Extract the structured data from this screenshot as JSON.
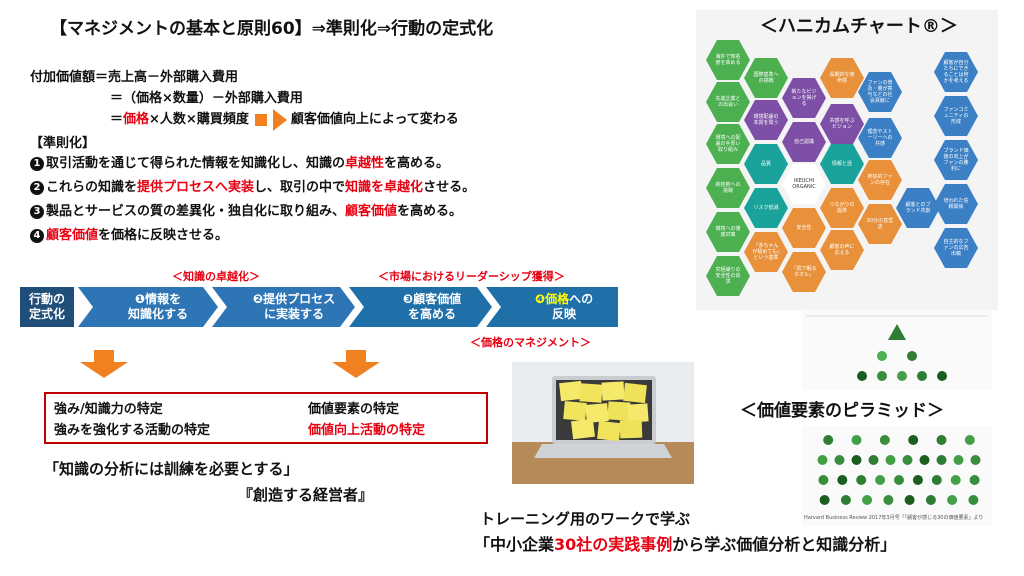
{
  "title": "【マネジメントの基本と原則60】⇒準則化⇒行動の定式化",
  "formula": {
    "line1": "付加価値額＝売上高－外部購入費用",
    "line2": "＝（価格×数量）－外部購入費用",
    "line3_prefix": "＝",
    "line3_red": "価格",
    "line3_rest": "×人数×購買頻度",
    "line3_result": "顧客価値向上によって変わる"
  },
  "rules_heading": "【準則化】",
  "rules": [
    {
      "num": "1",
      "parts": [
        {
          "t": "取引活動を通じて得られた情報を知識化し、知識の",
          "r": false
        },
        {
          "t": "卓越性",
          "r": true
        },
        {
          "t": "を高める。",
          "r": false
        }
      ]
    },
    {
      "num": "2",
      "parts": [
        {
          "t": "これらの知識を",
          "r": false
        },
        {
          "t": "提供プロセスへ実装",
          "r": true
        },
        {
          "t": "し、取引の中で",
          "r": false
        },
        {
          "t": "知識を卓越化",
          "r": true
        },
        {
          "t": "させる。",
          "r": false
        }
      ]
    },
    {
      "num": "3",
      "parts": [
        {
          "t": "製品とサービスの質の差異化・独自化に取り組み、",
          "r": false
        },
        {
          "t": "顧客価値",
          "r": true
        },
        {
          "t": "を高める。",
          "r": false
        }
      ]
    },
    {
      "num": "4",
      "parts": [
        {
          "t": "顧客価値",
          "r": true
        },
        {
          "t": "を価格に反映させる。",
          "r": false
        }
      ]
    }
  ],
  "annotations": {
    "knowledge": "＜知識の卓越化＞",
    "leadership": "＜市場におけるリーダーシップ獲得＞",
    "pricing": "＜価格のマネジメント＞"
  },
  "flow": {
    "start_line1": "行動の",
    "start_line2": "定式化",
    "steps": [
      {
        "line1": "❶情報を",
        "line2": "知識化する",
        "color": "#2e75b6"
      },
      {
        "line1": "❷提供プロセス",
        "line2": "に実装する",
        "color": "#2e75b6"
      },
      {
        "line1": "❸顧客価値",
        "line2": "を高める",
        "color": "#1f6fa8"
      },
      {
        "line1_yellow": "❹価格",
        "line1_rest": "への",
        "line2": "反映",
        "color": "#1f6fa8"
      }
    ]
  },
  "panel": {
    "a1": "強み/知識力の特定",
    "a2": "強みを強化する活動の特定",
    "b1": "価値要素の特定",
    "b2": "価値向上活動の特定"
  },
  "quote1": "「知識の分析には訓練を必要とする」",
  "quote2": "『創造する経営者』",
  "honeycomb_title": "＜ハニカムチャート®＞",
  "honeycomb_cells": [
    "海外で知名度を高める",
    "国際基準への挑戦",
    "長期的な使命感",
    "顧客が自分たちにできることは何かを考える",
    "先進企業との出会い",
    "新たなビジョンを掲げる",
    "ファンの普及・量が寄与などの社会貢献に",
    "共感を呼ぶビジョン",
    "環境配慮の本質を問う",
    "ファンコミュニティの形成",
    "環境への配慮の手厚い取り組み",
    "自己認識",
    "理念やストーリーへの共感",
    "品質",
    "IKEUCHI ORGANIC",
    "情報と話",
    "ブランド価値の向上がファンの勝利に",
    "新技術への挑戦",
    "熱狂的ファンの存在",
    "顧客とのブランド共創",
    "培われた信頼関係",
    "リスク低減",
    "つながりの提供",
    "自主的なファンの広告出稿",
    "環境への徹底対策",
    "安全性",
    "50分の直営店",
    "顧客の声に応える",
    "「赤ちゃんが舐めても」という基準",
    "「肌で眠るタオル」",
    "究極繊りの安全性の追求"
  ],
  "pyramid_title": "＜価値要素のピラミッド＞",
  "pyramid_caption": "Harvard Business Review 2017年3月号「「顧客が感じる30の価値要素」より",
  "bottom_line1": "トレーニング用のワークで学ぶ",
  "bottom_line2_a": "「中小企業",
  "bottom_line2_red": "30社の実践事例",
  "bottom_line2_b": "から学ぶ価値分析と知識分析」",
  "colors": {
    "hex_green": "#4caf50",
    "hex_teal": "#1aa39a",
    "hex_purple": "#7d4fa6",
    "hex_orange": "#e8913a",
    "hex_blue": "#3b7fc4",
    "flow_dark": "#1f4e79",
    "accent_red": "#e60012",
    "arrow_orange": "#f08020"
  }
}
